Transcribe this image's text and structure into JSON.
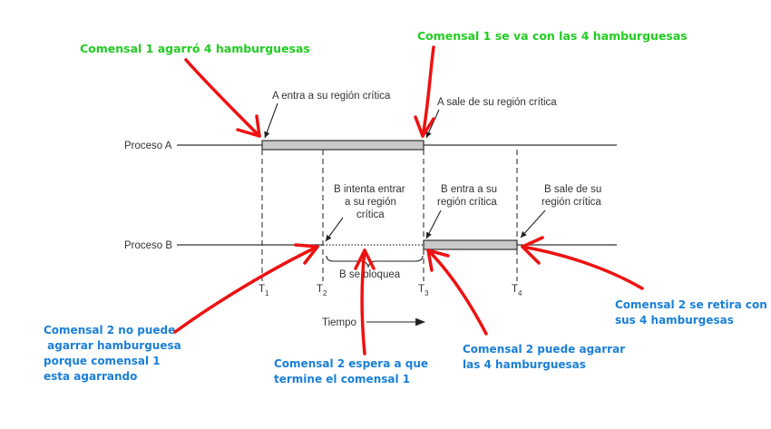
{
  "process_a": "Proceso A",
  "process_b": "Proceso B",
  "a_enters": "A entra a su región crítica",
  "a_leaves": "A sale de su región crítica",
  "b_tries": [
    "B intenta entrar",
    "a su región",
    "crítica"
  ],
  "b_enters": [
    "B entra a su",
    "región crítica"
  ],
  "b_leaves": [
    "B sale de su",
    "región crítica"
  ],
  "b_blocks": "B se bloquea",
  "time_label": "Tiempo",
  "ticks": [
    {
      "base": "T",
      "sub": "1"
    },
    {
      "base": "T",
      "sub": "2"
    },
    {
      "base": "T",
      "sub": "3"
    },
    {
      "base": "T",
      "sub": "4"
    }
  ],
  "green_notes": {
    "left": "Comensal 1 agarró 4 hamburguesas",
    "right": "Comensal 1 se va con las 4 hamburguesas"
  },
  "blue_notes": {
    "n1": [
      "Comensal 2 no puede",
      " agarrar hamburguesa",
      "porque comensal 1",
      "esta agarrando"
    ],
    "n2": [
      "Comensal 2 espera a que",
      "termine el comensal 1"
    ],
    "n3": [
      "Comensal 2 puede agarrar",
      "las 4 hamburguesas"
    ],
    "n4": [
      "Comensal 2 se retira con",
      "sus 4 hamburgesas"
    ]
  },
  "colors": {
    "annotation_arrow": "#ee1111",
    "green_text": "#22cc22",
    "blue_text": "#1a7fd8",
    "bar_fill": "#c9c9c9"
  }
}
